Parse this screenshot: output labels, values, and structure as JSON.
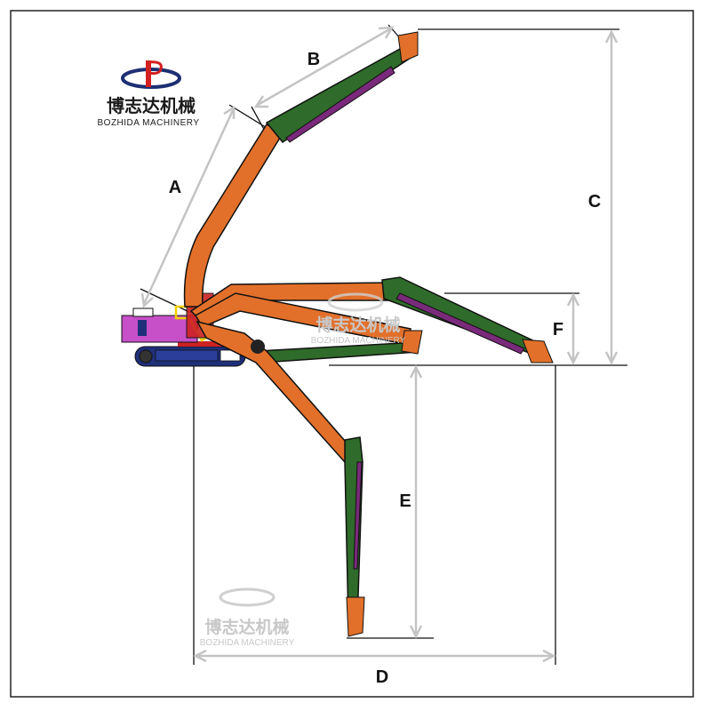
{
  "logo": {
    "chinese": "博志达机械",
    "english": "BOZHIDA MACHINERY"
  },
  "watermark": {
    "chinese": "博志达机械",
    "english": "BOZHIDA MACHINERY"
  },
  "dimensions": {
    "A": "A",
    "B": "B",
    "C": "C",
    "D": "D",
    "E": "E",
    "F": "F"
  },
  "colors": {
    "boom": "#e2702a",
    "stick": "#2f6b2a",
    "cab": "#c74fc7",
    "track": "#1f2f7a",
    "dimension": "#c4c4c4"
  }
}
